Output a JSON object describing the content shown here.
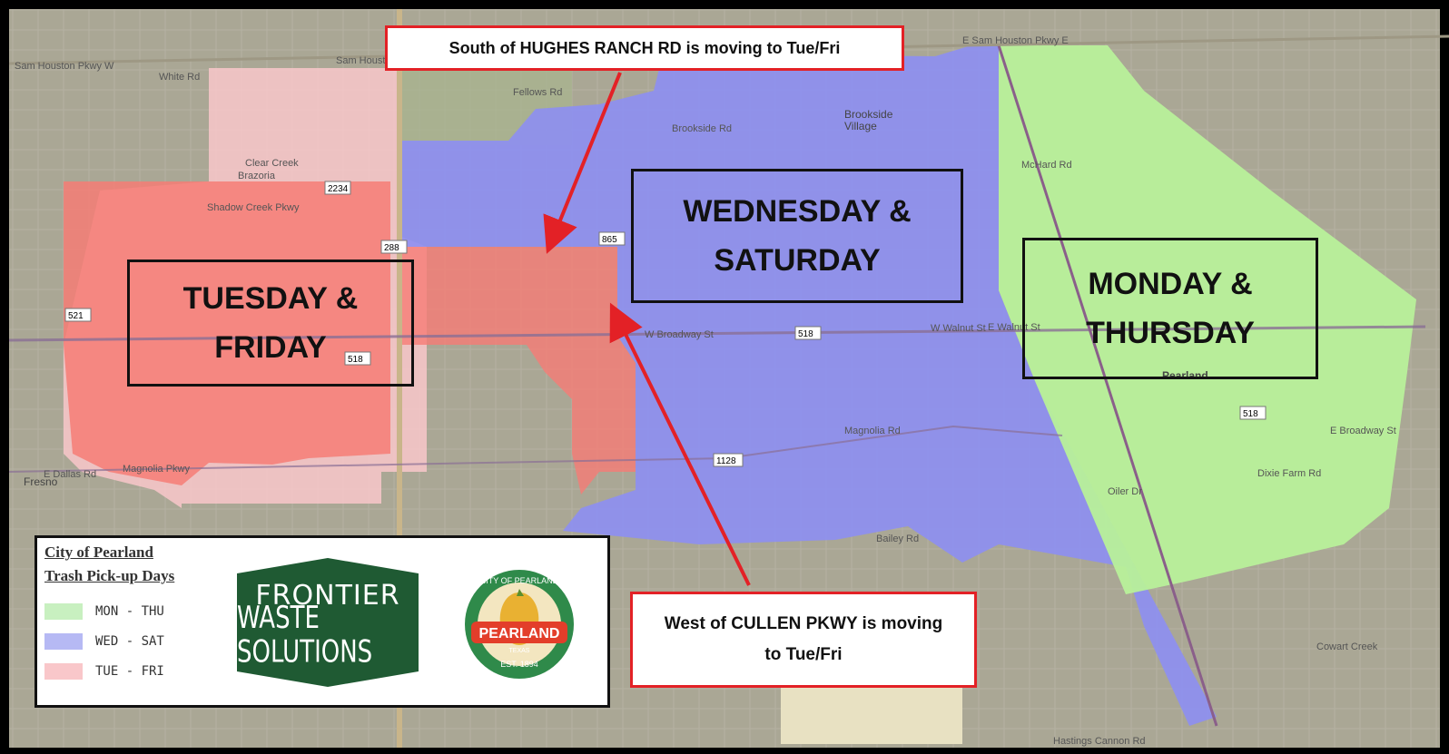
{
  "map": {
    "zone_labels": {
      "tue_fri": "TUESDAY &\nFRIDAY",
      "wed_sat": "WEDNESDAY &\nSATURDAY",
      "mon_thu": "MONDAY &\nTHURSDAY"
    },
    "callouts": {
      "hughes": "South of HUGHES RANCH RD is moving to Tue/Fri",
      "cullen": "West of CULLEN PKWY is moving\nto Tue/Fri"
    },
    "legend": {
      "title_line1": "City of Pearland",
      "title_line2": "Trash Pick-up Days",
      "items": [
        {
          "label": "MON - THU",
          "color": "#c8f0c0"
        },
        {
          "label": "WED - SAT",
          "color": "#b6b9f4"
        },
        {
          "label": "TUE - FRI",
          "color": "#f9c7ca"
        }
      ]
    },
    "logos": {
      "frontier_line1": "FRONTIER",
      "frontier_line2": "WASTE SOLUTIONS",
      "seal_city": "CITY OF PEARLAND",
      "seal_name": "PEARLAND",
      "seal_state": "TEXAS",
      "seal_est": "EST. 1894"
    },
    "roads": {
      "white_rd": "White Rd",
      "fellows_rd": "Fellows Rd",
      "brookside_rd": "Brookside Rd",
      "mchard_rd": "McHard Rd",
      "clear_creek": "Clear Creek",
      "brazoria": "Brazoria",
      "shadow_creek": "Shadow Creek Pkwy",
      "w_broadway": "W Broadway St",
      "w_walnut": "W Walnut St",
      "e_walnut": "E Walnut St",
      "magnolia_rd": "Magnolia Rd",
      "magnolia_pkwy": "Magnolia Pkwy",
      "e_dallas": "E Dallas Rd",
      "bailey_rd": "Bailey Rd",
      "sam_houston": "Sam Houston Tlwy",
      "sam_houston_e": "E Sam Houston Pkwy E",
      "sam_houston_w": "Sam Houston Pkwy W",
      "hastings": "Hastings Cannon Rd",
      "dixie_farm": "Dixie Farm Rd",
      "e_broadway": "E Broadway St",
      "oiler_dr": "Oiler Dr",
      "cowart_creek": "Cowart Creek"
    },
    "places": {
      "brookside": "Brookside\nVillage",
      "pearland": "Pearland",
      "fresno": "Fresno"
    },
    "shields": [
      "2234",
      "288",
      "865",
      "518",
      "518",
      "521",
      "1128",
      "518"
    ],
    "colors": {
      "background": "#aaa795",
      "mon_thu_fill": "#b8f09a",
      "wed_sat_fill": "#8d8ff2",
      "tue_fri_fill": "#f67c76",
      "callout_border": "#e32126",
      "arrow": "#e32126"
    }
  }
}
